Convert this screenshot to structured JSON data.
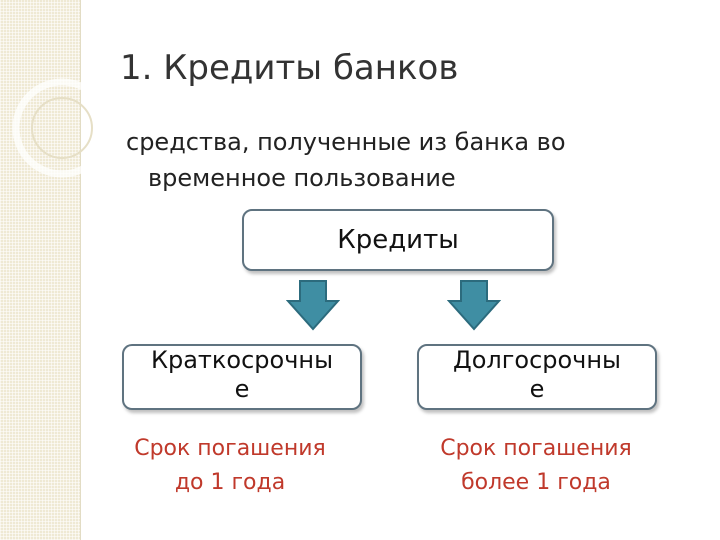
{
  "slide": {
    "title": "1. Кредиты банков",
    "definition_line1": "средства, полученные из банка во",
    "definition_line2": "временное пользование"
  },
  "diagram": {
    "root": "Кредиты",
    "short_term": {
      "label_line1": "Краткосрочны",
      "label_line2": "е",
      "term_line1": "Срок погашения",
      "term_line2": "до 1 года"
    },
    "long_term": {
      "label_line1": "Долгосрочны",
      "label_line2": "е",
      "term_line1": "Срок погашения",
      "term_line2": "более 1 года"
    }
  },
  "colors": {
    "arrow_fill": "#3f8ea3",
    "box_border": "#5f7380",
    "term_text": "#c0392b",
    "side_strip": "#efe9d4"
  }
}
